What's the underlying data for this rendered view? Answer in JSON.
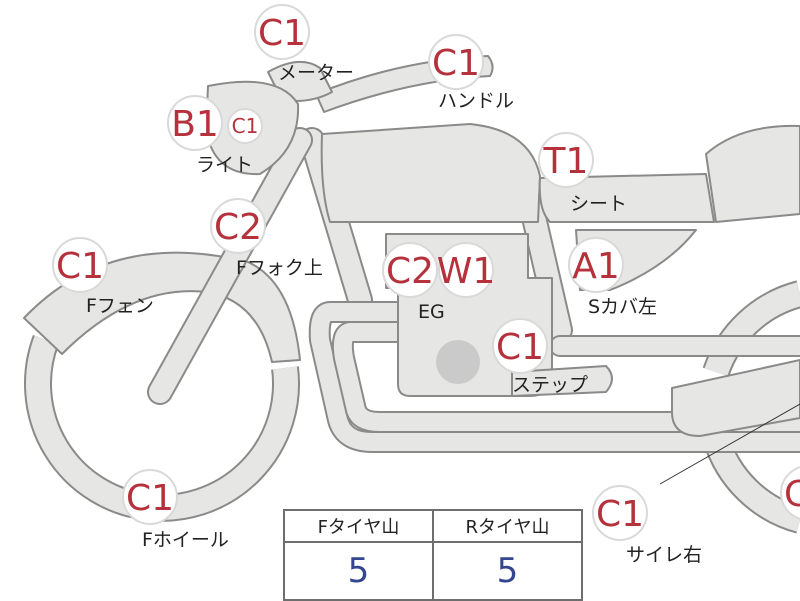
{
  "colors": {
    "badge_text": "#b5323c",
    "part_fill": "#e6e6e4",
    "part_outline": "#8a8a8a",
    "value_text": "#34468f"
  },
  "parts": [
    {
      "id": "meter",
      "badges": [
        "C1"
      ],
      "label": "メーター"
    },
    {
      "id": "handle",
      "badges": [
        "C1"
      ],
      "label": "ハンドル"
    },
    {
      "id": "light",
      "badges": [
        "B1",
        "C1"
      ],
      "label": "ライト"
    },
    {
      "id": "seat",
      "badges": [
        "T1"
      ],
      "label": "シート"
    },
    {
      "id": "fork-upper",
      "badges": [
        "C2"
      ],
      "label": "Fフォク上"
    },
    {
      "id": "engine",
      "badges": [
        "C2",
        "W1"
      ],
      "label": "EG"
    },
    {
      "id": "side-cover-left",
      "badges": [
        "A1"
      ],
      "label": "Sカバ左"
    },
    {
      "id": "front-fender",
      "badges": [
        "C1"
      ],
      "label": "Fフェン"
    },
    {
      "id": "step",
      "badges": [
        "C1"
      ],
      "label": "ステップ"
    },
    {
      "id": "front-wheel",
      "badges": [
        "C1"
      ],
      "label": "Fホイール"
    },
    {
      "id": "muffler-right",
      "badges": [
        "C1"
      ],
      "label": "サイレ右"
    },
    {
      "id": "rear-edge",
      "badges": [
        "C"
      ],
      "label": ""
    }
  ],
  "tire_table": {
    "headers": [
      "Fタイヤ山",
      "Rタイヤ山"
    ],
    "values": [
      "5",
      "5"
    ]
  }
}
